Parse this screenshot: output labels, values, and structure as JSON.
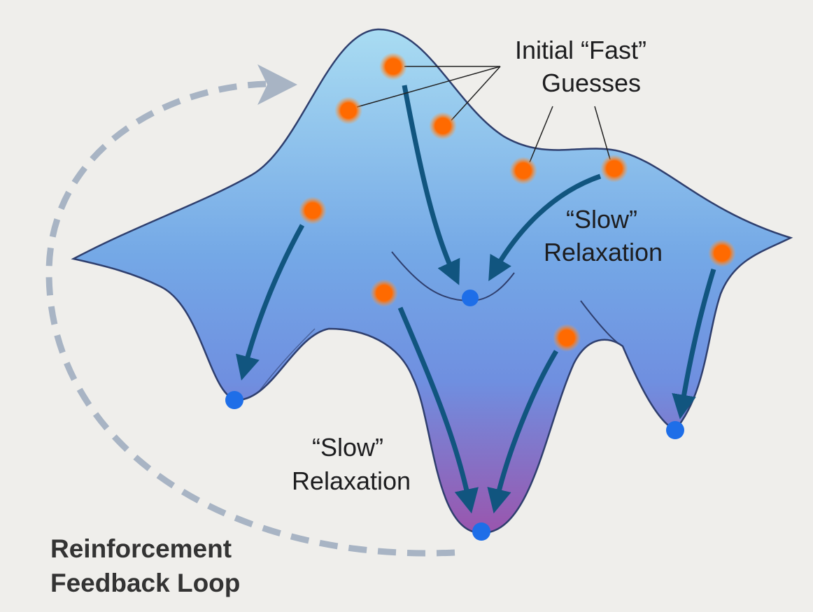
{
  "labels": {
    "fast_guesses_line1": "Initial “Fast”",
    "fast_guesses_line2": "Guesses",
    "slow_relaxation_top_line1": "“Slow”",
    "slow_relaxation_top_line2": "Relaxation",
    "slow_relaxation_bottom_line1": "“Slow”",
    "slow_relaxation_bottom_line2": "Relaxation",
    "feedback_line1": "Reinforcement",
    "feedback_line2": "Feedback Loop"
  },
  "colors": {
    "background": "#efeeeb",
    "surface_top": "#a9d9f0",
    "surface_mid": "#6f9fe3",
    "surface_bottom": "#9a5fb3",
    "guess_point": "#ff6a00",
    "minimum_point": "#1e6ee8",
    "arrow": "#11557f",
    "loop": "#a8b4c4"
  }
}
